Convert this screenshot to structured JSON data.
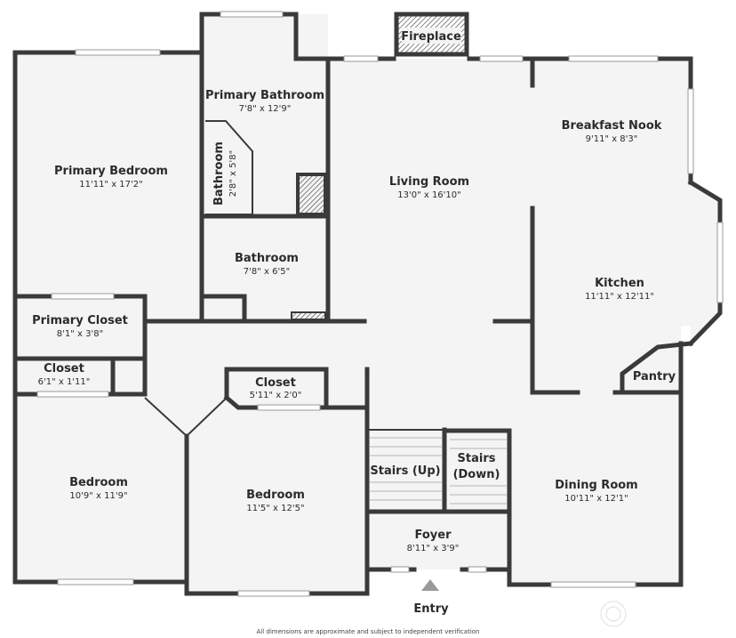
{
  "rooms": {
    "fireplace": {
      "name": "Fireplace"
    },
    "primary_bathroom": {
      "name": "Primary Bathroom",
      "dims": "7'8\" x 12'9\""
    },
    "primary_bedroom": {
      "name": "Primary Bedroom",
      "dims": "11'11\" x 17'2\""
    },
    "small_bathroom": {
      "name": "Bathroom",
      "dims": "2'8\" x 5'8\""
    },
    "bathroom": {
      "name": "Bathroom",
      "dims": "7'8\" x 6'5\""
    },
    "living_room": {
      "name": "Living Room",
      "dims": "13'0\" x 16'10\""
    },
    "breakfast_nook": {
      "name": "Breakfast Nook",
      "dims": "9'11\" x 8'3\""
    },
    "kitchen": {
      "name": "Kitchen",
      "dims": "11'11\" x 12'11\""
    },
    "primary_closet": {
      "name": "Primary Closet",
      "dims": "8'1\" x 3'8\""
    },
    "closet_left": {
      "name": "Closet",
      "dims": "6'1\" x 1'11\""
    },
    "closet_mid": {
      "name": "Closet",
      "dims": "5'11\" x 2'0\""
    },
    "pantry": {
      "name": "Pantry"
    },
    "stairs_up": {
      "name": "Stairs (Up)"
    },
    "stairs_down": {
      "line1": "Stairs",
      "line2": "(Down)"
    },
    "bedroom_left": {
      "name": "Bedroom",
      "dims": "10'9\" x 11'9\""
    },
    "bedroom_mid": {
      "name": "Bedroom",
      "dims": "11'5\" x 12'5\""
    },
    "dining_room": {
      "name": "Dining Room",
      "dims": "10'11\" x 12'1\""
    },
    "foyer": {
      "name": "Foyer",
      "dims": "8'11\" x 3'9\""
    }
  },
  "entry": {
    "label": "Entry"
  },
  "footer": {
    "note": "All dimensions are approximate and subject to independent verification"
  },
  "icons": {
    "entry_marker": "triangle-up-icon",
    "watermark": "watermark-logo-icon"
  },
  "colors": {
    "wall": "#3a3a3a",
    "floor": "#f4f4f4",
    "window": "#ffffff"
  }
}
